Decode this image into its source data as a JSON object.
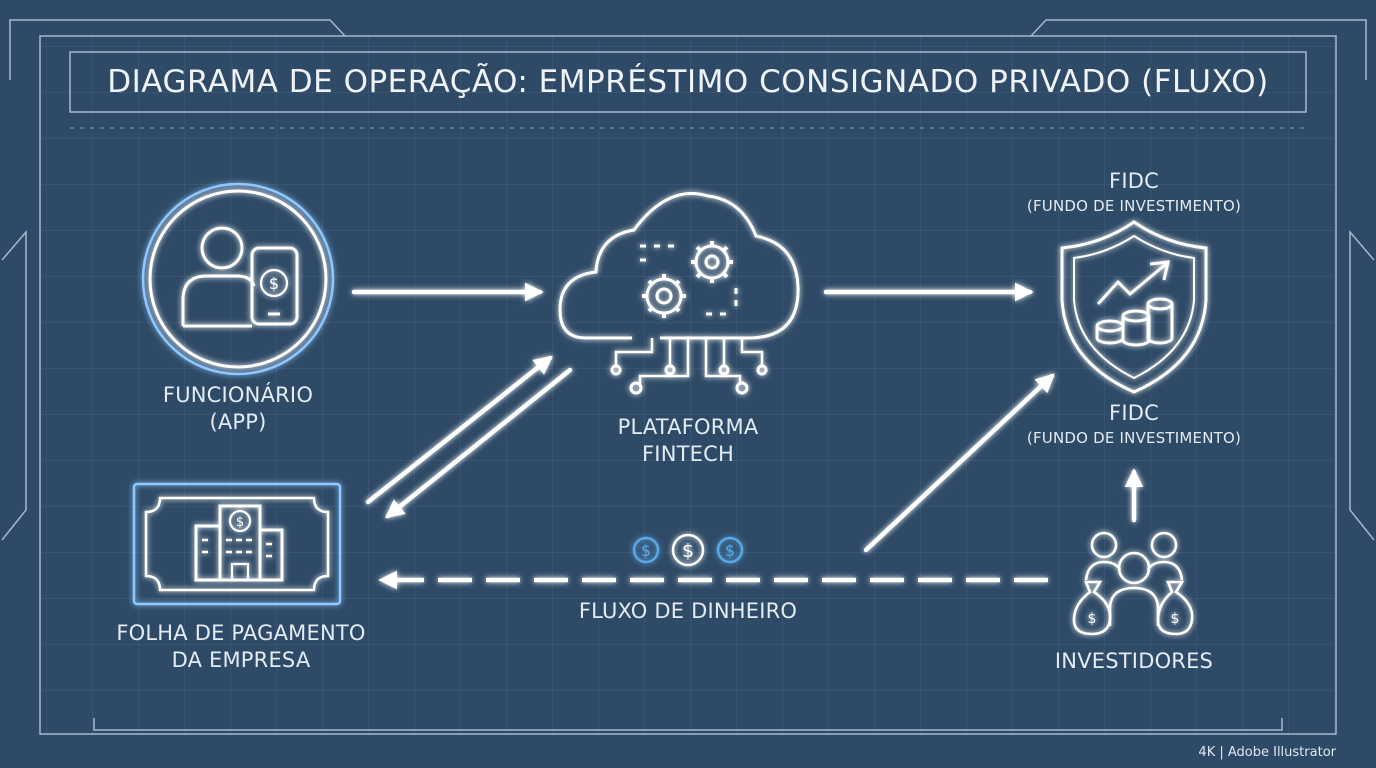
{
  "title": "DIAGRAMA DE OPERAÇÃO: EMPRÉSTIMO CONSIGNADO PRIVADO (FLUXO)",
  "nodes": {
    "funcionario": {
      "line1": "FUNCIONÁRIO",
      "line2": "(APP)"
    },
    "plataforma": {
      "line1": "PLATAFORMA",
      "line2": "FINTECH"
    },
    "fidc_top": {
      "line1": "FIDC",
      "line2": "(FUNDO DE INVESTIMENTO)"
    },
    "fidc_bottom": {
      "line1": "FIDC",
      "line2": "(FUNDO DE INVESTIMENTO)"
    },
    "folha": {
      "line1": "FOLHA DE PAGAMENTO",
      "line2": "DA EMPRESA"
    },
    "investidores": {
      "line1": "INVESTIDORES"
    }
  },
  "flow_label": "FLUXO DE DINHEIRO",
  "icons": {
    "employee": "person-with-phone-icon",
    "platform": "cloud-gears-icon",
    "fund": "shield-chart-coins-icon",
    "payroll": "building-banknote-icon",
    "investors": "people-moneybags-icon",
    "money_flow": "dollar-coins-icon"
  },
  "credit": "4K | Adobe Illustrator",
  "colors": {
    "background": "#2e4a66",
    "line": "#ffffff",
    "glow": "#8ec8ff",
    "accent": "#5aa8e6"
  }
}
